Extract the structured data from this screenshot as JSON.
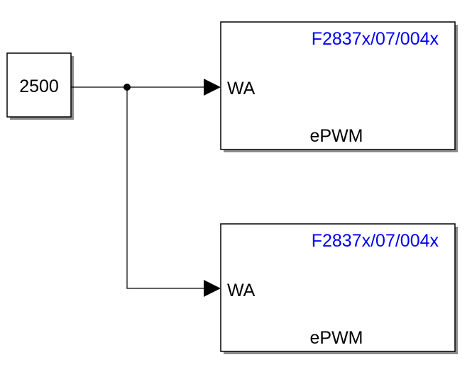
{
  "diagram": {
    "constant_block": {
      "value": "2500"
    },
    "pwm_blocks": [
      {
        "chip_label": "F2837x/07/004x",
        "port_label": "WA",
        "block_label": "ePWM"
      },
      {
        "chip_label": "F2837x/07/004x",
        "port_label": "WA",
        "block_label": "ePWM"
      }
    ],
    "colors": {
      "chip_label": "#0000ee",
      "block_border": "#000000",
      "block_shadow": "#8c8c8c",
      "signal_line": "#000000"
    }
  }
}
